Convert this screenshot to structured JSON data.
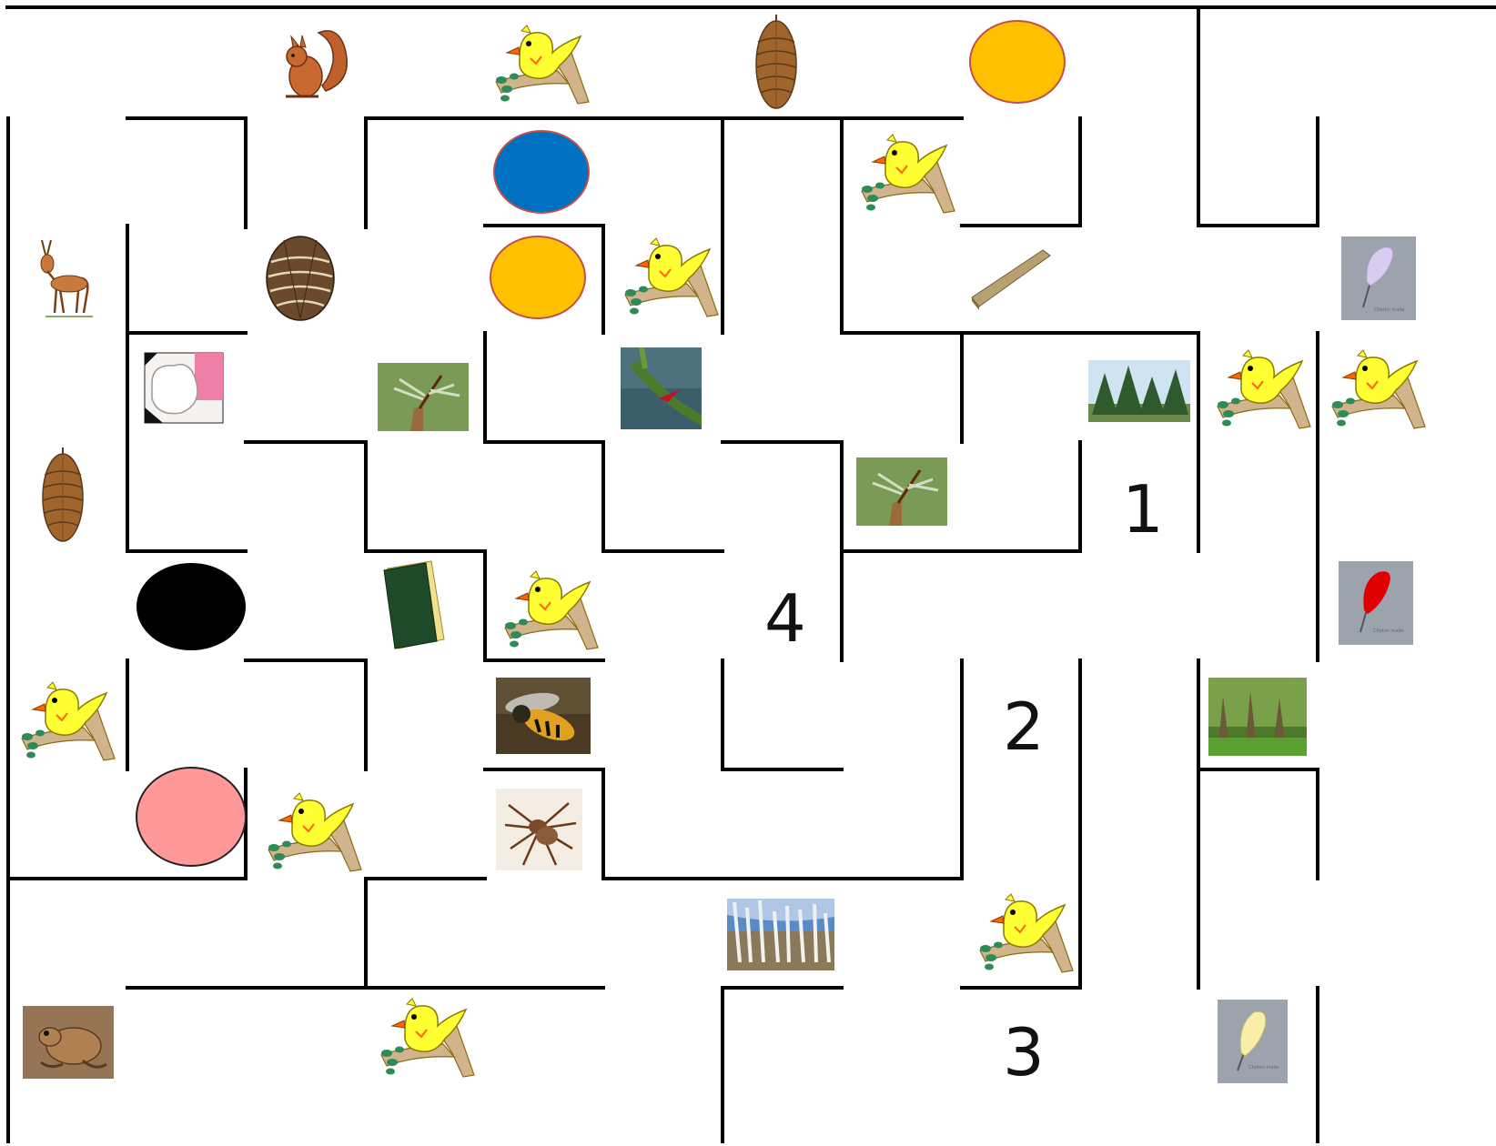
{
  "maze": {
    "numbers": [
      "1",
      "2",
      "3",
      "4"
    ],
    "wall_color": "#000000",
    "colors": {
      "orange_disc": "#FFC000",
      "blue_disc": "#0070C0",
      "black_disc": "#000000",
      "pink_disc": "#FF9999",
      "disc_outline": "#C0504D",
      "bird_yellow": "#FFFF33",
      "bird_beak": "#FF6600",
      "branch": "#D2B48C",
      "leaf": "#2E8B57",
      "feather_lilac": "#D9CCF0",
      "feather_red": "#E00000",
      "feather_cream": "#F7EFA8",
      "card_grey": "#9DA3AD"
    },
    "icons": [
      "squirrel-icon",
      "bird-on-branch-icon",
      "spruce-cone-icon",
      "pine-cone-icon",
      "deer-icon",
      "cotton-bag-icon",
      "dragonfly-photo-icon",
      "thorn-stem-photo-icon",
      "plank-icon",
      "conifer-trees-photo-icon",
      "feather-card-icon",
      "sponge-icon",
      "wasp-photo-icon",
      "spider-photo-icon",
      "birch-forest-photo-icon",
      "woodland-photo-icon",
      "frog-photo-icon",
      "colored-disc-icon"
    ]
  }
}
